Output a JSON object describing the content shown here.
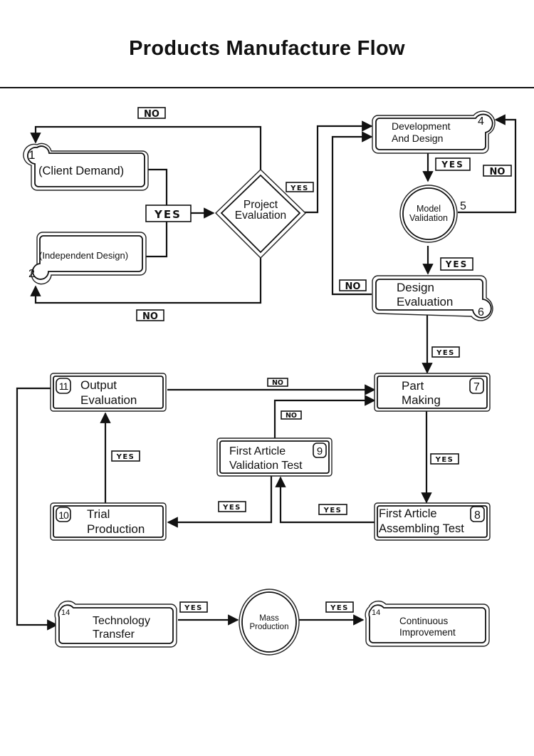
{
  "title": "Products Manufacture Flow",
  "nodes": {
    "n1": {
      "num": "1",
      "text": "(Client Demand)"
    },
    "n2": {
      "num": "2",
      "text": "(Independent Design)"
    },
    "n3": {
      "line1": "Project",
      "line2": "Evaluation"
    },
    "n4": {
      "num": "4",
      "line1": "Development",
      "line2": "And Design"
    },
    "n5": {
      "num": "5",
      "line1": "Model",
      "line2": "Validation"
    },
    "n6": {
      "num": "6",
      "line1": "Design",
      "line2": "Evaluation"
    },
    "n7": {
      "num": "7",
      "line1": "Part",
      "line2": "Making"
    },
    "n8": {
      "num": "8",
      "line1": "First Article",
      "line2": "Assembling Test"
    },
    "n9": {
      "num": "9",
      "line1": "First Article",
      "line2": "Validation Test"
    },
    "n10": {
      "num": "10",
      "line1": "Trial",
      "line2": "Production"
    },
    "n11": {
      "num": "11",
      "line1": "Output",
      "line2": "Evaluation"
    },
    "n12": {
      "num": "14",
      "line1": "Technology",
      "line2": "Transfer"
    },
    "n13": {
      "line1": "Mass",
      "line2": "Production"
    },
    "n14": {
      "num": "14",
      "line1": "Continuous",
      "line2": "Improvement"
    }
  },
  "labels": {
    "yes": "YES",
    "no": "NO"
  }
}
